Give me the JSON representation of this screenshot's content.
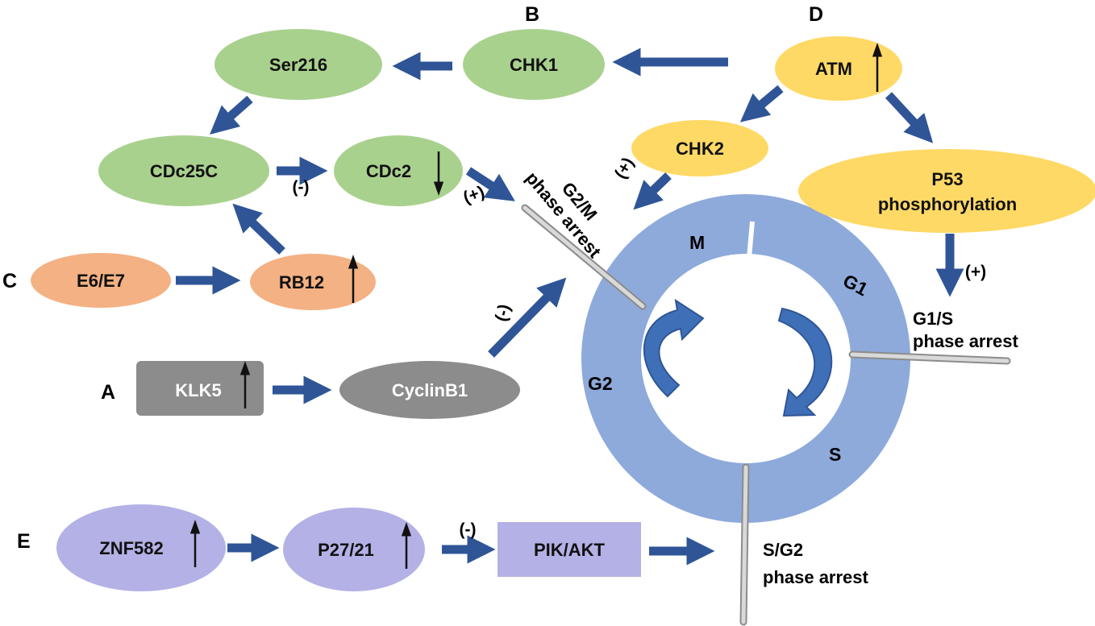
{
  "colors": {
    "green": "#a9d18e",
    "yellow": "#ffd966",
    "orange": "#f4b183",
    "gray": "#8c8c8c",
    "purple": "#b4b1e6",
    "ring": "#8eaadb",
    "arrow": "#2f5597",
    "curved_arrow": "#3f70b7"
  },
  "panels": {
    "A": "A",
    "B": "B",
    "C": "C",
    "D": "D",
    "E": "E"
  },
  "nodes": {
    "ser216": "Ser216",
    "chk1": "CHK1",
    "cdc25c": "CDc25C",
    "cdc2": "CDc2",
    "e6e7": "E6/E7",
    "rb12": "RB12",
    "klk5": "KLK5",
    "cyclinb1": "CyclinB1",
    "atm": "ATM",
    "chk2": "CHK2",
    "p53_line1": "P53",
    "p53_line2": "phosphorylation",
    "znf582": "ZNF582",
    "p2721": "P27/21",
    "pikakt": "PIK/AKT"
  },
  "regulation": {
    "cdc25c_to_cdc2": "(-)",
    "cdc2_to_g2m": "(+)",
    "chk2_to_g2m": "(+)",
    "cyclinb1_to_g2m": "(-)",
    "p53_to_g1s": "(+)",
    "p2721_to_pikakt": "(-)"
  },
  "cell_cycle": {
    "phases": {
      "m": "M",
      "g1": "G1",
      "s": "S",
      "g2": "G2"
    },
    "arrests": {
      "g2m_line1": "G2/M",
      "g2m_line2": "phase arrest",
      "g1s_line1": "G1/S",
      "g1s_line2": "phase arrest",
      "sg2_line1": "S/G2",
      "sg2_line2": "phase arrest"
    }
  },
  "expression_change": {
    "atm": "up",
    "cdc2": "down",
    "rb12": "up",
    "klk5": "up",
    "znf582": "up",
    "p2721": "up"
  }
}
